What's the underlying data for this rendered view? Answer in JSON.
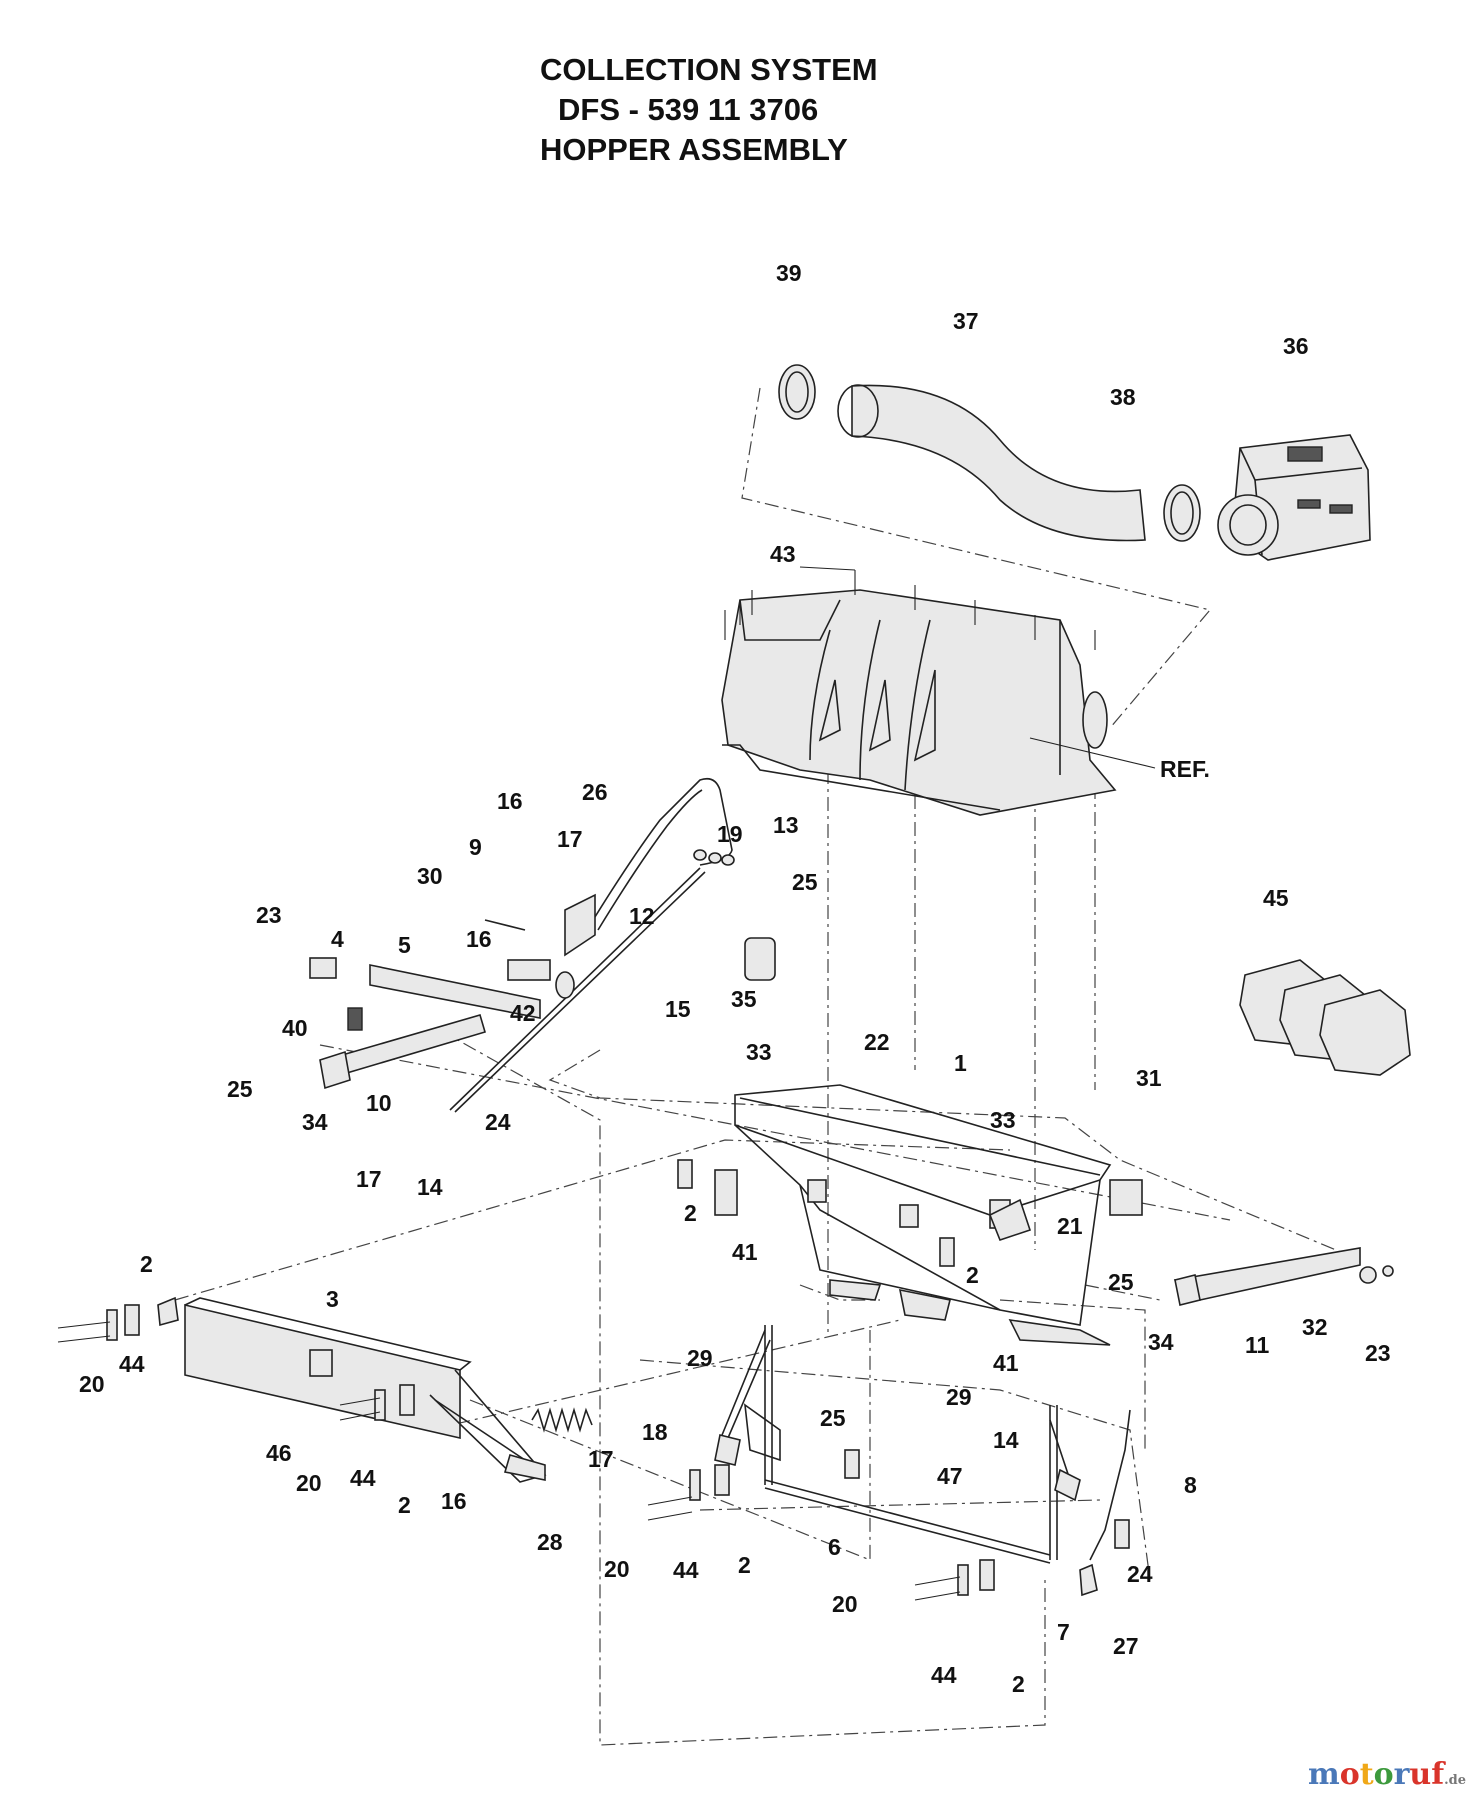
{
  "header": {
    "line1": "COLLECTION SYSTEM",
    "line2": "DFS - 539 11 3706",
    "line3": "HOPPER ASSEMBLY"
  },
  "callouts": [
    "39",
    "37",
    "36",
    "38",
    "43",
    "REF.",
    "26",
    "16",
    "17",
    "19",
    "13",
    "9",
    "30",
    "25",
    "12",
    "45",
    "23",
    "4",
    "5",
    "16",
    "42",
    "35",
    "15",
    "40",
    "22",
    "33",
    "1",
    "31",
    "25",
    "34",
    "10",
    "24",
    "33",
    "17",
    "14",
    "2",
    "21",
    "2",
    "41",
    "2",
    "25",
    "34",
    "11",
    "32",
    "23",
    "3",
    "20",
    "44",
    "29",
    "41",
    "29",
    "14",
    "46",
    "20",
    "44",
    "2",
    "16",
    "18",
    "17",
    "25",
    "47",
    "8",
    "28",
    "20",
    "44",
    "2",
    "6",
    "24",
    "20",
    "7",
    "27",
    "44",
    "2"
  ],
  "watermark": {
    "p1": "m",
    "p2": "o",
    "p3": "t",
    "p4": "o",
    "p5": "r",
    "p6": "uf",
    "tld": ".de"
  },
  "colors": {
    "ink": "#111111",
    "background": "#ffffff"
  }
}
